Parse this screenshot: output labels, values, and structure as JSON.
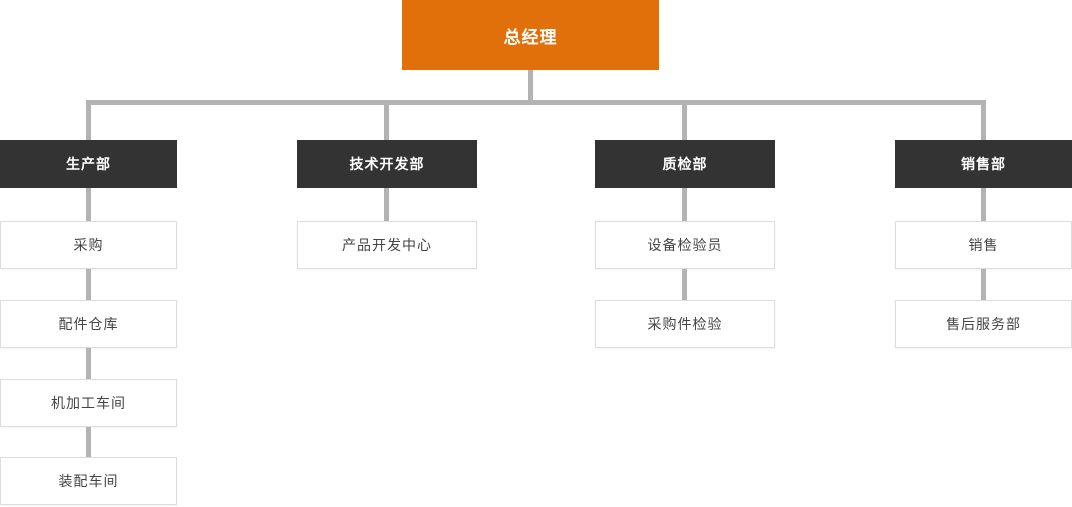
{
  "org_chart": {
    "root": {
      "label": "总经理"
    },
    "departments": [
      {
        "label": "生产部",
        "children": [
          "采购",
          "配件仓库",
          "机加工车间",
          "装配车间"
        ]
      },
      {
        "label": "技术开发部",
        "children": [
          "产品开发中心"
        ]
      },
      {
        "label": "质检部",
        "children": [
          "设备检验员",
          "采购件检验"
        ]
      },
      {
        "label": "销售部",
        "children": [
          "销售",
          "售后服务部"
        ]
      }
    ],
    "colors": {
      "root_bg": "#E2700A",
      "department_bg": "#333333",
      "connector": "#B3B3B3",
      "child_bg": "#FFFFFF",
      "child_border": "#DDDDDD",
      "child_text": "#444444"
    }
  }
}
